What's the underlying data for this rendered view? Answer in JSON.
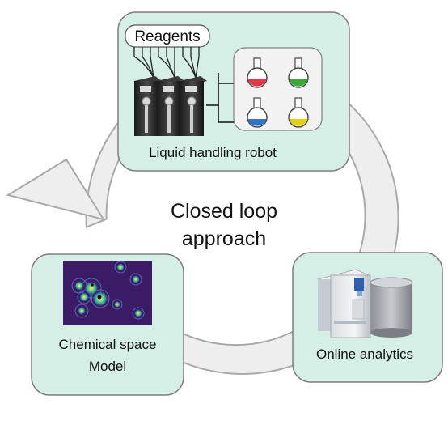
{
  "colors": {
    "loop_fill": "#eeeeee",
    "loop_stroke": "#a9a9a9",
    "panel_fill": "#d6efe6",
    "panel_stroke": "#7f7f7f",
    "inner_panel_fill": "#f2f2f2",
    "flask_red": "#e23a46",
    "flask_green": "#3aa935",
    "flask_blue": "#2f74c9",
    "flask_yellow": "#e3d10f",
    "heatmap_bg": "#3b1a66"
  },
  "center": {
    "line1": "Closed loop",
    "line2": "approach"
  },
  "robot_panel": {
    "reagents_label": "Reagents",
    "caption": "Liquid handling robot"
  },
  "model_panel": {
    "caption_line1": "Chemical space",
    "caption_line2": "Model"
  },
  "analytics_panel": {
    "caption": "Online analytics"
  },
  "icons": [
    "pump-icon",
    "flask-icon",
    "heatmap-image",
    "mass-spectrometer-icon"
  ]
}
